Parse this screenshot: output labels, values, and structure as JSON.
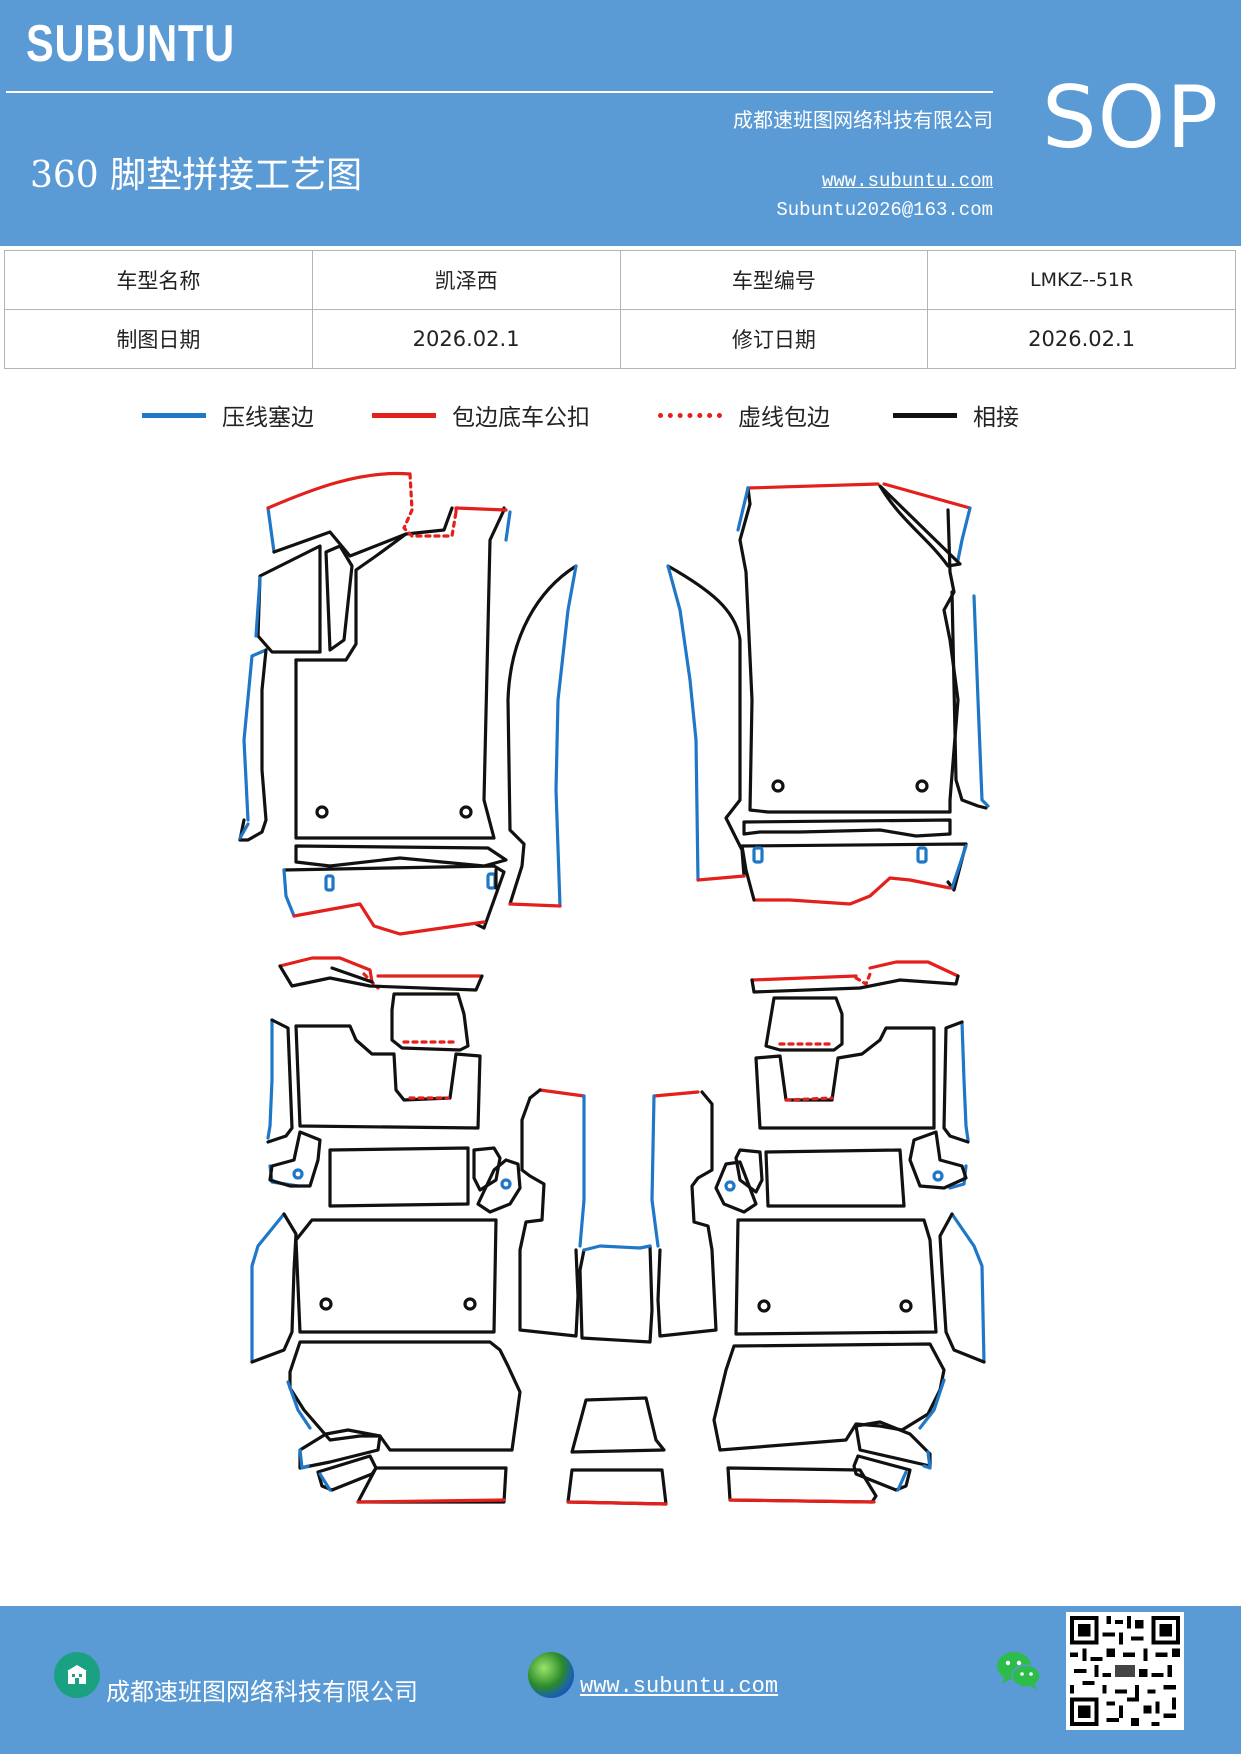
{
  "header": {
    "brand": "SUBUNTU",
    "company": "成都速班图网络科技有限公司",
    "title": "360 脚垫拼接工艺图",
    "website": "www.subuntu.com",
    "email": "Subuntu2026@163.com",
    "badge": "SOP"
  },
  "info_table": {
    "rows": [
      {
        "label1": "车型名称",
        "value1": "凯泽西",
        "label2": "车型编号",
        "value2": "LMKZ--51R"
      },
      {
        "label1": "制图日期",
        "value1": "2026.02.1",
        "label2": "修订日期",
        "value2": "2026.02.1"
      }
    ]
  },
  "legend": [
    {
      "label": "压线塞边",
      "color": "#1f77c8",
      "style": "solid"
    },
    {
      "label": "包边底车公扣",
      "color": "#e3201b",
      "style": "solid"
    },
    {
      "label": "虚线包边",
      "color": "#e3201b",
      "style": "dotted"
    },
    {
      "label": "相接",
      "color": "#111111",
      "style": "solid"
    }
  ],
  "colors": {
    "header_bg": "#5b9bd5",
    "blue_edge": "#1f77c8",
    "red_edge": "#e3201b",
    "join_line": "#111111"
  },
  "footer": {
    "company": "成都速班图网络科技有限公司",
    "website": "www.subuntu.com",
    "icons": [
      "building-icon",
      "globe-icon",
      "wechat-icon",
      "qr-code"
    ]
  }
}
